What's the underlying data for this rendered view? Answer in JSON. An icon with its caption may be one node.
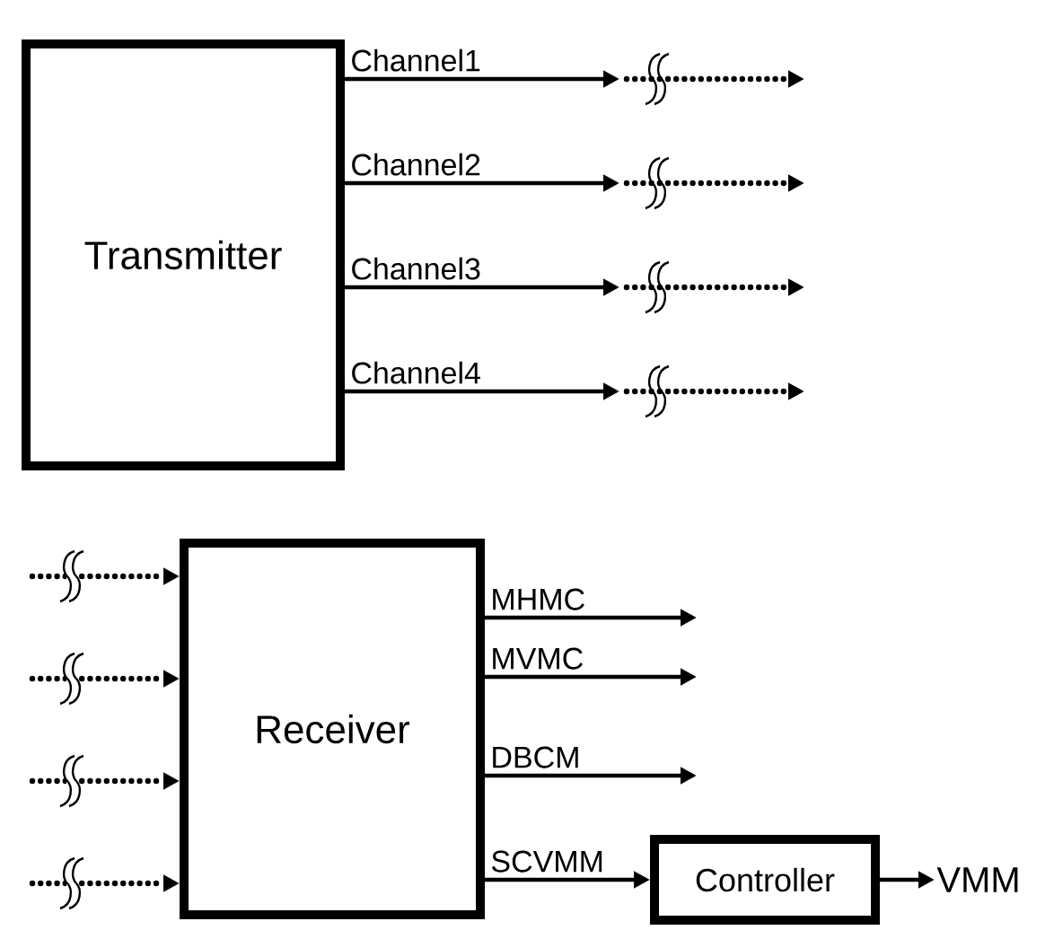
{
  "diagram": {
    "nodes": [
      {
        "text": [
          "Transmitter"
        ]
      },
      {
        "text": [
          "Receiver"
        ]
      },
      {
        "text": [
          "Controller"
        ]
      },
      {
        "text": [
          "VMM"
        ]
      }
    ],
    "edges": [
      {
        "from": 0,
        "to": null,
        "arrow": "to",
        "label": "Channel1"
      },
      {
        "from": 0,
        "to": null,
        "arrow": "to",
        "label": "Channel2"
      },
      {
        "from": 0,
        "to": null,
        "arrow": "to",
        "label": "Channel3"
      },
      {
        "from": 0,
        "to": null,
        "arrow": "to",
        "label": "Channel4"
      },
      {
        "from": null,
        "to": 1,
        "arrow": "to",
        "style": "dashed"
      },
      {
        "from": null,
        "to": 1,
        "arrow": "to",
        "style": "dashed"
      },
      {
        "from": null,
        "to": 1,
        "arrow": "to",
        "style": "dashed"
      },
      {
        "from": null,
        "to": 1,
        "arrow": "to",
        "style": "dashed"
      },
      {
        "from": 1,
        "to": null,
        "arrow": "to",
        "label": "MHMC"
      },
      {
        "from": 1,
        "to": null,
        "arrow": "to",
        "label": "MVMC"
      },
      {
        "from": 1,
        "to": null,
        "arrow": "to",
        "label": "DBCM"
      },
      {
        "from": 1,
        "to": 2,
        "arrow": "to",
        "label": "SCVMM"
      },
      {
        "from": 2,
        "to": 3,
        "arrow": "to"
      }
    ]
  }
}
